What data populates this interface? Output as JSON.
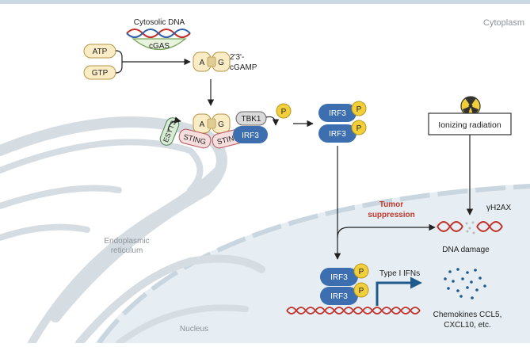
{
  "regions": {
    "cytoplasm": "Cytoplasm",
    "er": [
      "Endoplasmic",
      "reticulum"
    ],
    "nucleus": "Nucleus"
  },
  "dna_sensor": {
    "title": "Cytosolic DNA",
    "enzyme": "cGAS"
  },
  "substrates": {
    "atp": "ATP",
    "gtp": "GTP"
  },
  "product": {
    "a": "A",
    "g": "G",
    "name": [
      "2'3'-",
      "cGAMP"
    ]
  },
  "sting_complex": {
    "sting": "STING",
    "esyt3": "ESYT3",
    "tbk1": "TBK1",
    "irf3": "IRF3",
    "phospho": "P"
  },
  "radiation": {
    "label": "Ionizing radiation"
  },
  "damage": {
    "marker": "γH2AX",
    "label": "DNA damage",
    "suppression": [
      "Tumor",
      "suppression"
    ]
  },
  "transcription": {
    "irf3": "IRF3",
    "phospho": "P",
    "ifn": "Type I IFNs",
    "chemokines": [
      "Chemokines CCL5,",
      "CXCL10, etc."
    ]
  },
  "colors": {
    "irf3": "#3d6fb0",
    "phospho": "#f2cf3a",
    "sting": "#f7dede",
    "dna_red": "#c0302a",
    "accent_red": "#c0392b",
    "nucleus": "#e6eef3",
    "arrow_blue": "#1f5a8c"
  }
}
